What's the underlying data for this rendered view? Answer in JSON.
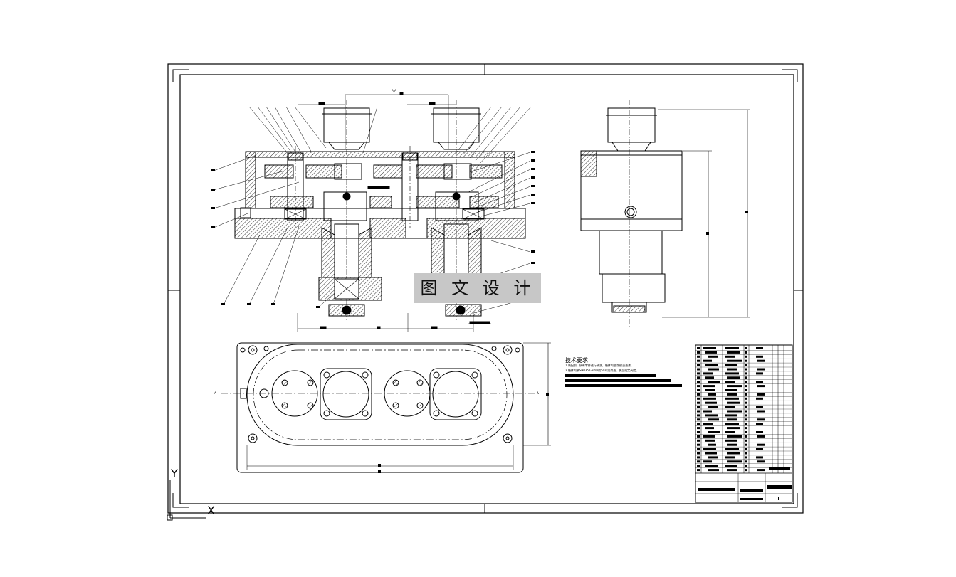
{
  "watermark": "图 文 设 计",
  "technical_requirements": {
    "title": "技术要求",
    "lines": [
      "1.装配前，所有零件进行清洗，箱体内壁涂耐油油漆。",
      "2.箱体内装SH0357-92中的50号润滑油，装至规定高度。"
    ]
  },
  "section_label": "A-A",
  "section_marker": "A",
  "ucs": {
    "y": "Y",
    "x": "X"
  }
}
